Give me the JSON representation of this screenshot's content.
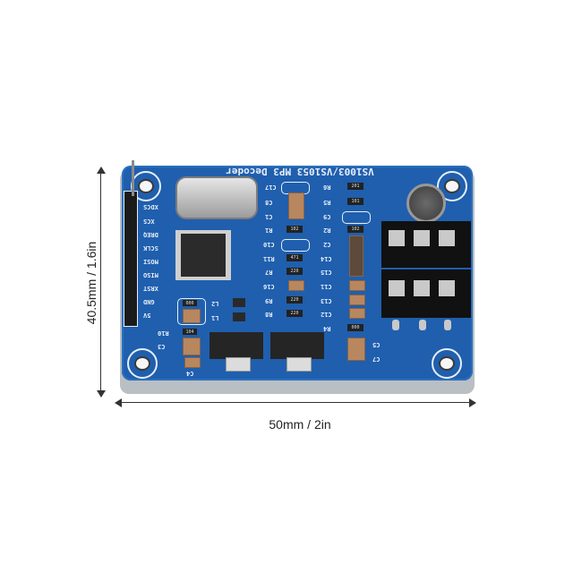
{
  "product": {
    "board_title": "VS1003/VS1053 MP3 Decoder",
    "pin_labels": [
      "XDCS",
      "XCS",
      "DREQ",
      "SCLK",
      "MOSI",
      "MISO",
      "XRST",
      "GND",
      "5V"
    ],
    "component_labels_left": [
      "C17",
      "C8",
      "C1",
      "R1",
      "C10",
      "R11",
      "R7",
      "C16",
      "R9",
      "R8"
    ],
    "component_labels_right": [
      "R6",
      "R5",
      "C9",
      "R2",
      "C2",
      "C14",
      "C15",
      "C11",
      "C13",
      "C12",
      "R4",
      "C5",
      "C7"
    ],
    "component_labels_misc": [
      "L2",
      "L1",
      "R10",
      "C3",
      "C4"
    ],
    "resistor_codes": [
      "201",
      "101",
      "102",
      "102",
      "471",
      "220",
      "220",
      "220",
      "000",
      "000",
      "104"
    ]
  },
  "dimensions": {
    "height_label": "40.5mm / 1.6in",
    "width_label": "50mm / 2in"
  },
  "colors": {
    "pcb_blue": "#1f5fae",
    "silkscreen": "#e8eef7",
    "background": "#ffffff"
  }
}
